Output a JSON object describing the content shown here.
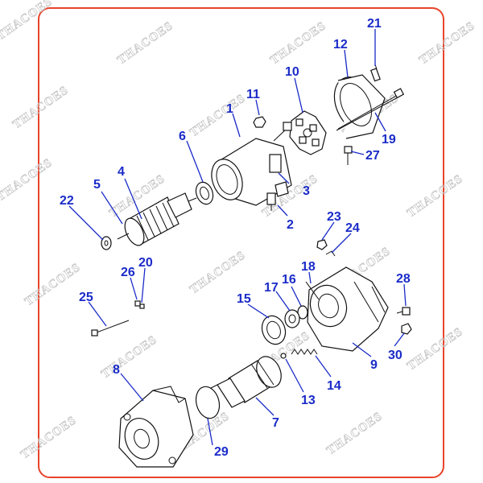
{
  "diagram": {
    "border_color": "#e8442a",
    "callout_color": "#1a2bc8",
    "watermark_text": "THACOES",
    "callouts": [
      {
        "id": "c1",
        "label": "1"
      },
      {
        "id": "c2",
        "label": "2"
      },
      {
        "id": "c3",
        "label": "3"
      },
      {
        "id": "c4",
        "label": "4"
      },
      {
        "id": "c5",
        "label": "5"
      },
      {
        "id": "c6",
        "label": "6"
      },
      {
        "id": "c7",
        "label": "7"
      },
      {
        "id": "c8",
        "label": "8"
      },
      {
        "id": "c9",
        "label": "9"
      },
      {
        "id": "c10",
        "label": "10"
      },
      {
        "id": "c11",
        "label": "11"
      },
      {
        "id": "c12",
        "label": "12"
      },
      {
        "id": "c13",
        "label": "13"
      },
      {
        "id": "c14",
        "label": "14"
      },
      {
        "id": "c15",
        "label": "15"
      },
      {
        "id": "c16",
        "label": "16"
      },
      {
        "id": "c17",
        "label": "17"
      },
      {
        "id": "c18",
        "label": "18"
      },
      {
        "id": "c19",
        "label": "19"
      },
      {
        "id": "c20",
        "label": "20"
      },
      {
        "id": "c21",
        "label": "21"
      },
      {
        "id": "c22",
        "label": "22"
      },
      {
        "id": "c23",
        "label": "23"
      },
      {
        "id": "c24",
        "label": "24"
      },
      {
        "id": "c25",
        "label": "25"
      },
      {
        "id": "c26",
        "label": "26"
      },
      {
        "id": "c27",
        "label": "27"
      },
      {
        "id": "c28",
        "label": "28"
      },
      {
        "id": "c29",
        "label": "29"
      },
      {
        "id": "c30",
        "label": "30"
      }
    ]
  }
}
